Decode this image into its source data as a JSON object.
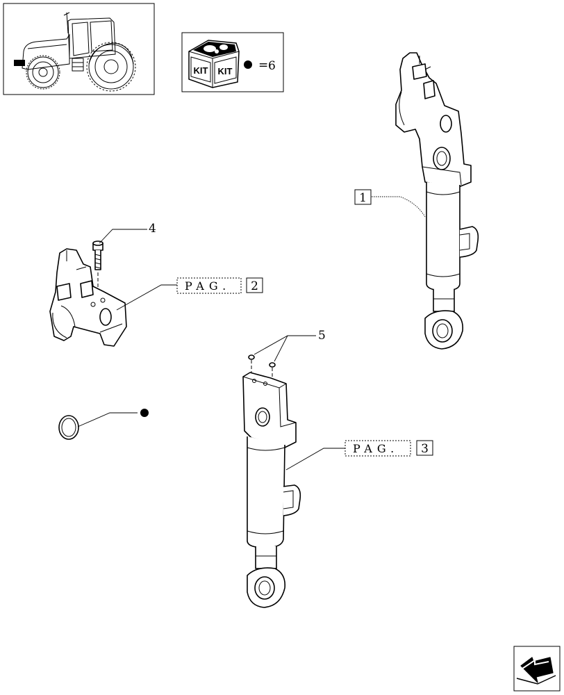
{
  "kit_box": {
    "kit_word_left": "KIT",
    "kit_word_right": "KIT",
    "equals": "=",
    "kit_number": "6"
  },
  "callouts": {
    "item_1": "1",
    "item_4": "4",
    "item_5": "5",
    "pag_2_text": "PAG.",
    "pag_2_number": "2",
    "pag_3_text": "PAG.",
    "pag_3_number": "3"
  },
  "icons": [
    "tractor-thumbnail-icon",
    "kit-box-icon",
    "kit-bullet-icon",
    "next-page-arrow-icon"
  ]
}
